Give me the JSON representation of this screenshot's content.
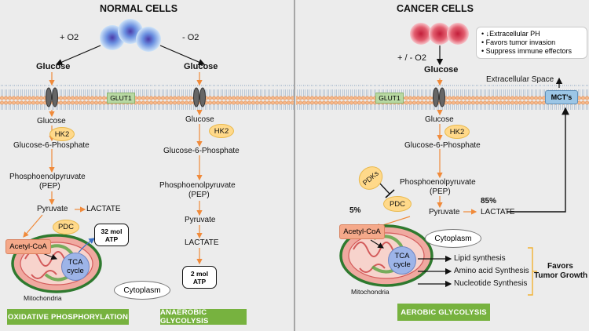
{
  "normal": {
    "title": "NORMAL CELLS",
    "plus_o2": "+ O2",
    "minus_o2": "- O2",
    "left_glucose_top": "Glucose",
    "right_glucose_top": "Glucose",
    "glut1": "GLUT1",
    "left_path": {
      "glucose": "Glucose",
      "hk2": "HK2",
      "g6p": "Glucose-6-Phosphate",
      "pep1": "Phosphoenolpyruvate",
      "pep2": "(PEP)",
      "pyruvate": "Pyruvate",
      "lactate": "LACTATE",
      "pdc": "PDC",
      "atp1": "32 mol",
      "atp2": "ATP",
      "acetyl": "Acetyl-CoA",
      "tca1": "TCA",
      "tca2": "cycle",
      "mitochondria": "Mitochondria",
      "cytoplasm": "Cytoplasm",
      "footer": "OXIDATIVE PHOSPHORYLATION"
    },
    "right_path": {
      "glucose": "Glucose",
      "hk2": "HK2",
      "g6p": "Glucose-6-Phosphate",
      "pep1": "Phosphoenolpyruvate",
      "pep2": "(PEP)",
      "pyruvate": "Pyruvate",
      "lactate": "LACTATE",
      "atp1": "2 mol",
      "atp2": "ATP",
      "footer": "ANAEROBIC GLYCOLYSIS"
    }
  },
  "cancer": {
    "title": "CANCER CELLS",
    "o2": "+ / - O2",
    "glucose_top": "Glucose",
    "glut1": "GLUT1",
    "notes": [
      "Extracellular PH",
      "Favors tumor invasion",
      "Suppress immune effectors"
    ],
    "extracellular": "Extracellular Space",
    "mct": "MCT's",
    "glucose": "Glucose",
    "hk2": "HK2",
    "g6p": "Glucose-6-Phosphate",
    "pdks": "PDKs",
    "pep1": "Phosphoenolpyruvate",
    "pep2": "(PEP)",
    "pdc": "PDC",
    "pct5": "5%",
    "pct85": "85%",
    "pyruvate": "Pyruvate",
    "lactate": "LACTATE",
    "acetyl": "Acetyl-CoA",
    "cytoplasm": "Cytoplasm",
    "tca1": "TCA",
    "tca2": "cycle",
    "mitochondria": "Mitochondria",
    "lipid": "Lipid synthesis",
    "amino": "Amino acid Synthesis",
    "nucleotide": "Nucleotide Synthesis",
    "favors1": "Favors",
    "favors2": "Tumor Growth",
    "footer": "AEROBIC GLYCOLYSIS"
  },
  "colors": {
    "arrow_orange": "#f08a3a",
    "membrane_orange": "#f4b183",
    "footer_green": "#77b23f",
    "oval_yellow": "#ffd98a",
    "tca_blue": "#9db4e8",
    "mct_blue": "#9cc6e6"
  }
}
